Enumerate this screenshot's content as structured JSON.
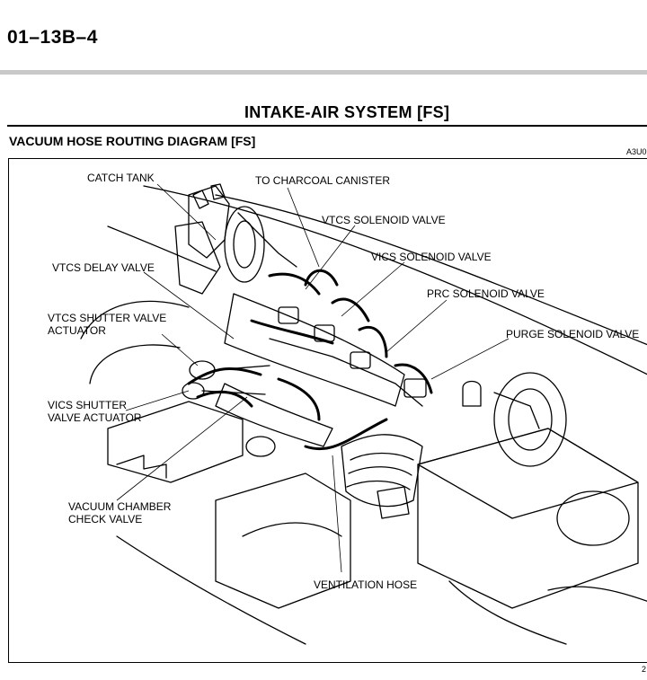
{
  "page": {
    "number": "01–13B–4",
    "section_title": "INTAKE-AIR SYSTEM [FS]",
    "diagram_title": "VACUUM HOSE ROUTING DIAGRAM [FS]",
    "figure_code": "A3U0",
    "corner_mark": "2"
  },
  "callouts": {
    "catch_tank": "CATCH TANK",
    "to_charcoal_canister": "TO CHARCOAL CANISTER",
    "vtcs_solenoid_valve": "VTCS SOLENOID VALVE",
    "vics_solenoid_valve": "VICS SOLENOID VALVE",
    "vtcs_delay_valve": "VTCS DELAY VALVE",
    "prc_solenoid_valve": "PRC SOLENOID VALVE",
    "vtcs_shutter_valve_actuator": "VTCS SHUTTER VALVE\nACTUATOR",
    "purge_solenoid_valve": "PURGE SOLENOID VALVE",
    "vics_shutter_valve_actuator": "VICS SHUTTER\nVALVE ACTUATOR",
    "vacuum_chamber_check_valve": "VACUUM CHAMBER\nCHECK VALVE",
    "ventilation_hose": "VENTILATION HOSE"
  }
}
